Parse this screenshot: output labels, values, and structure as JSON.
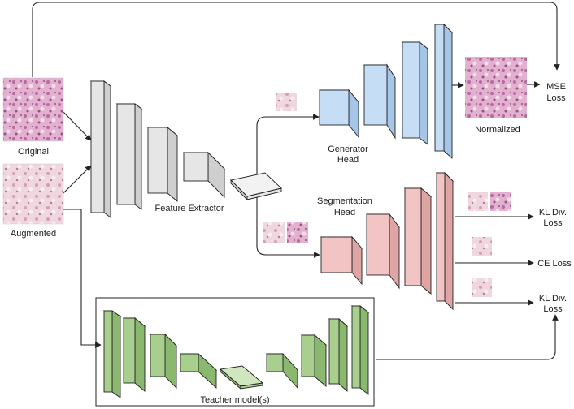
{
  "labels": {
    "original": "Original",
    "augmented": "Augmented",
    "feature_extractor": "Feature Extractor",
    "generator_head_line1": "Generator",
    "generator_head_line2": "Head",
    "normalized": "Normalized",
    "segmentation_head_line1": "Segmentation",
    "segmentation_head_line2": "Head",
    "mse_loss_line1": "MSE",
    "mse_loss_line2": "Loss",
    "kl_div_loss_1_line1": "KL Div.",
    "kl_div_loss_1_line2": "Loss",
    "ce_loss": "CE Loss",
    "kl_div_loss_2_line1": "KL Div.",
    "kl_div_loss_2_line2": "Loss",
    "teacher_models": "Teacher  model(s)"
  },
  "colors": {
    "gray_front": "#e6e6e6",
    "gray_top": "#f2f2f2",
    "gray_side": "#cfcfcf",
    "blue_front": "#c5ddf5",
    "blue_top": "#deecfa",
    "blue_side": "#a6c6e8",
    "pink_front": "#f2c4c4",
    "pink_top": "#f8dcdc",
    "pink_side": "#dfa4a4",
    "green_front": "#a9cf8f",
    "green_top": "#cfe6bf",
    "green_side": "#8ab86e",
    "tissue_pink": "#d79abf",
    "tissue_light": "#ecc9db",
    "tissue_dark": "#9b4f86",
    "line": "#222222"
  }
}
